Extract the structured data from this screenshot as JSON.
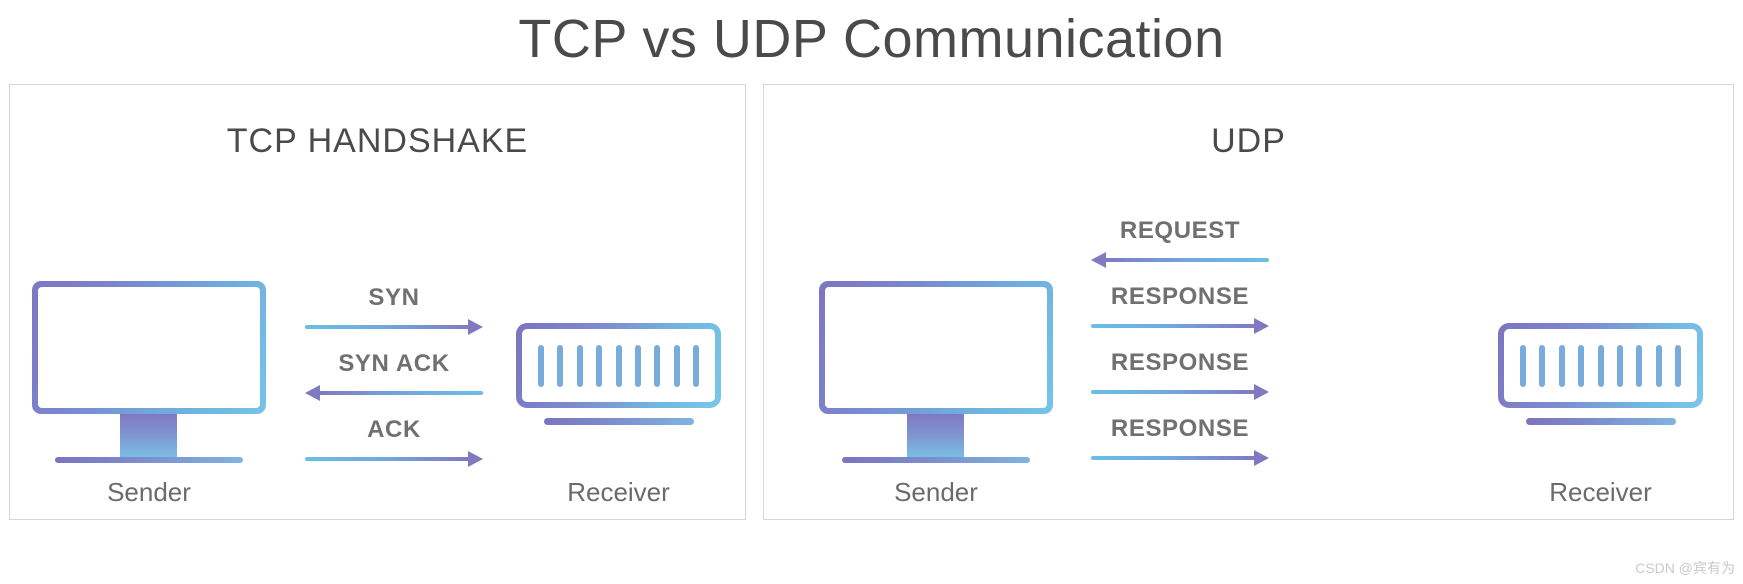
{
  "page": {
    "title": "TCP vs UDP Communication",
    "watermark": "CSDN @宾有为",
    "colors": {
      "title_gray": "#4a4a4a",
      "label_gray": "#707070",
      "device_label_gray": "#6b6b6b",
      "panel_border": "#d6d6d6",
      "gradient_purple": "#7f79c2",
      "gradient_blue": "#68c0e4",
      "server_bar_blue": "#7aabdd",
      "background": "#ffffff"
    }
  },
  "panels": [
    {
      "id": "tcp",
      "title": "TCP HANDSHAKE",
      "sender_label": "Sender",
      "receiver_label": "Receiver",
      "messages": [
        {
          "label": "SYN",
          "direction": "right"
        },
        {
          "label": "SYN ACK",
          "direction": "left"
        },
        {
          "label": "ACK",
          "direction": "right"
        }
      ]
    },
    {
      "id": "udp",
      "title": "UDP",
      "sender_label": "Sender",
      "receiver_label": "Receiver",
      "messages": [
        {
          "label": "REQUEST",
          "direction": "left"
        },
        {
          "label": "RESPONSE",
          "direction": "right"
        },
        {
          "label": "RESPONSE",
          "direction": "right"
        },
        {
          "label": "RESPONSE",
          "direction": "right"
        }
      ]
    }
  ],
  "server_icon": {
    "bar_count": 9
  }
}
